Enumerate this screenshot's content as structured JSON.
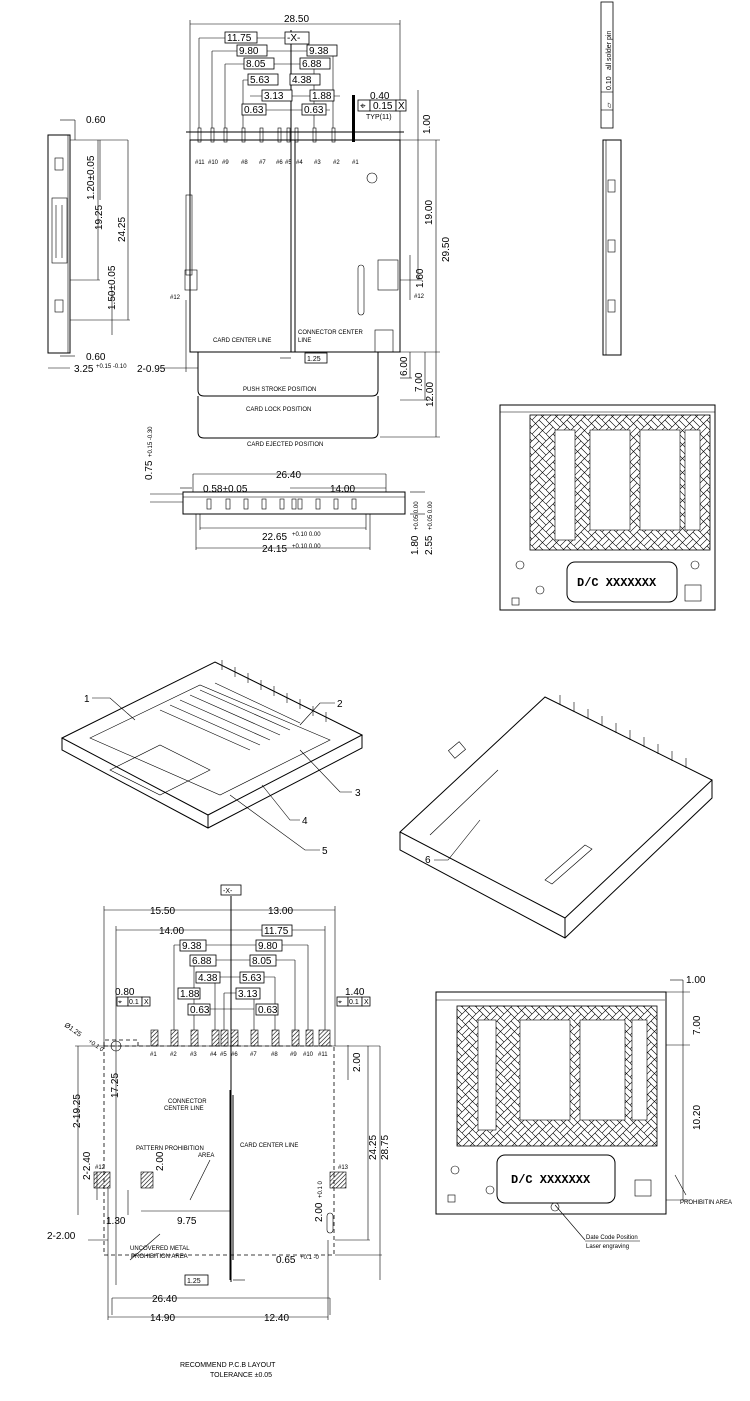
{
  "top_view": {
    "overall_width": "28.50",
    "datum": "-X-",
    "pitch_dims": [
      "11.75",
      "9.80",
      "9.38",
      "8.05",
      "6.88",
      "5.63",
      "4.38",
      "3.13",
      "1.88",
      "0.63",
      "0.63"
    ],
    "pin_width": "0.40",
    "position_tol": "0.15",
    "datum_ref": "X",
    "typ": "TYP(11)",
    "pin_offset": "1.00",
    "pins": [
      "#11",
      "#10",
      "#9",
      "#8",
      "#7",
      "#6",
      "#5",
      "#4",
      "#3",
      "#2",
      "#1"
    ],
    "pin12_left": "#12",
    "pin12_right": "#12",
    "dim_19": "19.00",
    "dim_29_5": "29.50",
    "dim_1_6": "1.60",
    "card_center_line": "CARD CENTER LINE",
    "connector_center_line_1": "CONNECTOR CENTER",
    "connector_center_line_2": "LINE",
    "offset": "1.25",
    "side_gap": "2-0.95",
    "push_stroke": "PUSH STROKE POSITION",
    "card_lock": "CARD LOCK POSITION",
    "card_ejected": "CARD EJECTED POSITION",
    "dim_6": "6.00",
    "dim_7": "7.00",
    "dim_12": "12.00"
  },
  "side_view": {
    "top_pin": "0.60",
    "dim_1_20": "1.20±0.05",
    "dim_19_25": "19.25",
    "dim_24_25": "24.25",
    "dim_1_50": "1.50±0.05",
    "bottom_pin": "0.60",
    "height": "3.25",
    "height_tol": "+0.15 -0.10"
  },
  "right_view": {
    "flatness": "0.10",
    "note": "all solder pin"
  },
  "front_view": {
    "dim_26_40": "26.40",
    "dim_0_58": "0.58±0.05",
    "dim_14": "14.00",
    "dim_0_75": "0.75",
    "dim_0_75_tol": "+0.15 -0.30",
    "dim_22_65": "22.65",
    "dim_22_65_tol": "+0.10 0.00",
    "dim_24_15": "24.15",
    "dim_24_15_tol": "+0.10 0.00",
    "dim_1_80": "1.80",
    "dim_1_80_tol": "+0.05 0.00",
    "dim_2_55": "2.55",
    "dim_2_55_tol": "+0.05 0.00"
  },
  "bottom_view": {
    "date_code": "D/C XXXXXXX"
  },
  "isometric": {
    "callouts": [
      "1",
      "2",
      "3",
      "4",
      "5",
      "6"
    ]
  },
  "pcb_layout": {
    "datum": "-X-",
    "dim_15_50": "15.50",
    "dim_13_00": "13.00",
    "dim_14_00": "14.00",
    "boxed_dims": [
      "11.75",
      "9.38",
      "9.80",
      "6.88",
      "8.05",
      "4.38",
      "5.63",
      "1.88",
      "3.13",
      "0.63",
      "0.63"
    ],
    "dim_0_80": "0.80",
    "dim_1_40": "1.40",
    "tol_left": "0.1",
    "tol_right": "0.1",
    "datum_ref": "X",
    "hole": "Ø1.25",
    "hole_tol": "+0.1 0",
    "pads": [
      "#1",
      "#2",
      "#3",
      "#4",
      "#5",
      "#6",
      "#7",
      "#8",
      "#9",
      "#10",
      "#11"
    ],
    "pad12": "#12",
    "pad13": "#13",
    "dim_2_00_top": "2.00",
    "dim_19_25": "2-19.25",
    "dim_17_25": "17.25",
    "dim_2_40": "2-2.40",
    "dim_2_00_pp": "2.00",
    "connector_center_line_1": "CONNECTOR",
    "connector_center_line_2": "CENTER LINE",
    "pattern_prohibition_1": "PATTERN PROHIBITION",
    "pattern_prohibition_2": "AREA",
    "card_center_line": "CARD CENTER LINE",
    "dim_24_25": "24.25",
    "dim_28_75": "28.75",
    "dim_1_30": "1.30",
    "dim_9_75": "9.75",
    "dim_2x2_00": "2-2.00",
    "dim_2_00_slot": "2.00",
    "dim_2_00_slot_tol": "+0.1 0",
    "uncovered_1": "UNCOVERED METAL",
    "uncovered_2": "PROHIBITION AREA",
    "dim_0_65": "0.65",
    "dim_0_65_tol": "+0.1 -0",
    "offset": "1.25",
    "dim_26_40": "26.40",
    "dim_14_90": "14.90",
    "dim_12_40": "12.40",
    "title": "RECOMMEND P.C.B LAYOUT",
    "tolerance": "TOLERANCE ±0.05"
  },
  "bottom_view_2": {
    "date_code": "D/C XXXXXXX",
    "dim_1_00": "1.00",
    "dim_7_00": "7.00",
    "dim_10_20": "10.20",
    "prohibition": "PROHIBITIN AREA",
    "note_1": "Date Code Position",
    "note_2": "Laser engraving"
  }
}
